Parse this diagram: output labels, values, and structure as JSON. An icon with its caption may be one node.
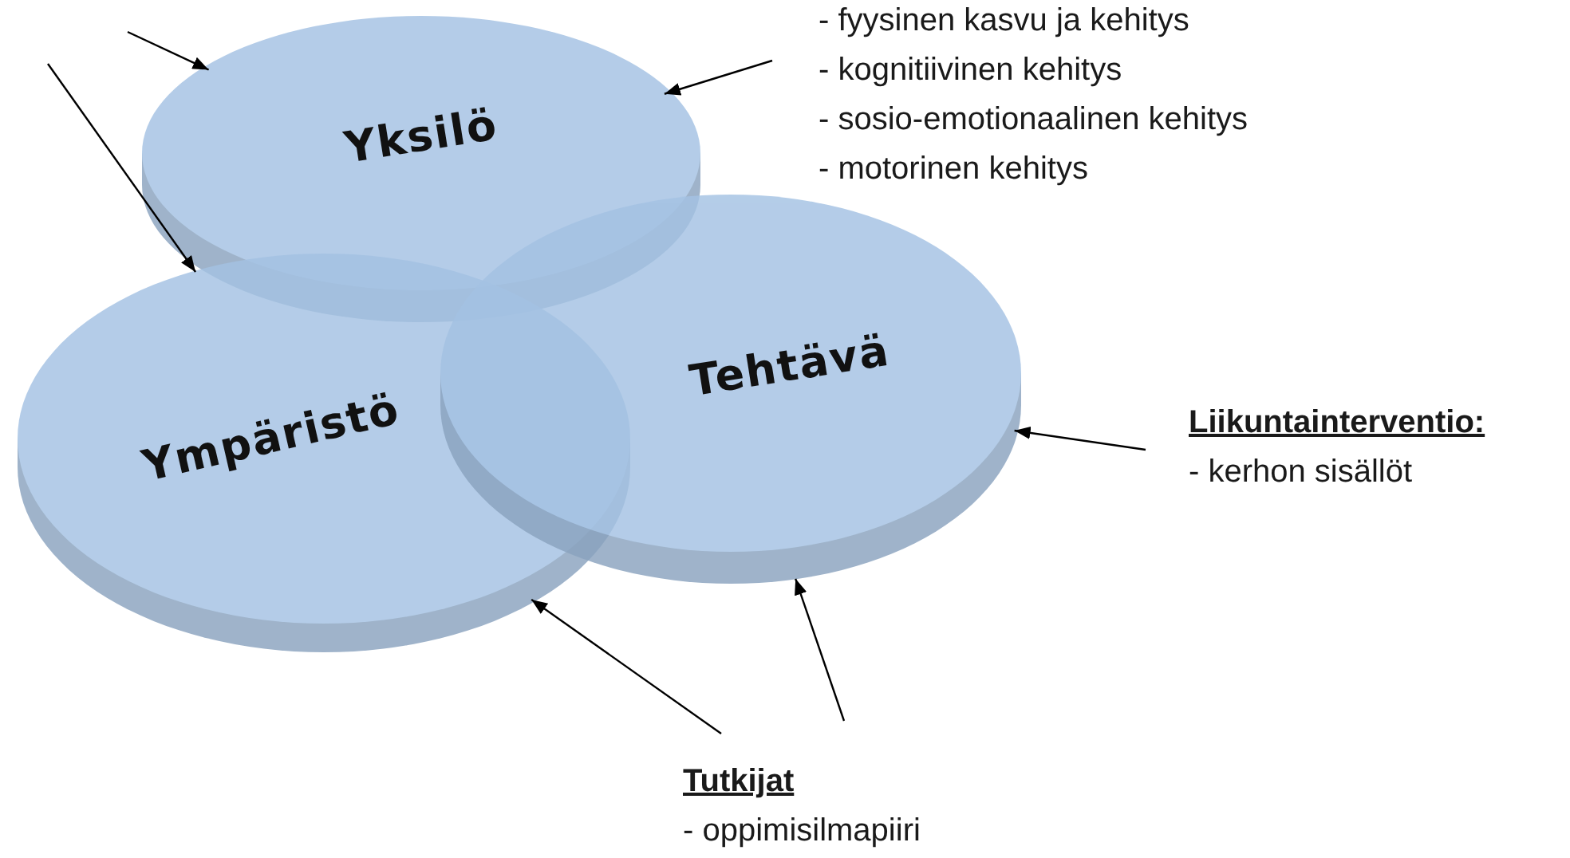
{
  "diagram": {
    "nodes": [
      {
        "text": [
          "Yksilö"
        ]
      },
      {
        "text": [
          "Ympäristö"
        ]
      },
      {
        "text": [
          "Tehtävä"
        ]
      },
      {
        "text": [
          "- fyysinen kasvu ja kehitys",
          "- kognitiivinen kehitys",
          "- sosio-emotionaalinen kehitys",
          "- motorinen kehitys"
        ]
      },
      {
        "text": [
          "Liikuntainterventio:",
          "- kerhon sisällöt"
        ]
      },
      {
        "text": [
          "Tutkijat",
          "- oppimisilmapiiri"
        ]
      }
    ],
    "edges": [
      {
        "from": null,
        "to": 0,
        "arrow": "to"
      },
      {
        "from": null,
        "to": 1,
        "arrow": "to"
      },
      {
        "from": 3,
        "to": 0,
        "arrow": "to"
      },
      {
        "from": 4,
        "to": 2,
        "arrow": "to"
      },
      {
        "from": 5,
        "to": 1,
        "arrow": "to"
      },
      {
        "from": 5,
        "to": 2,
        "arrow": "to"
      }
    ]
  }
}
